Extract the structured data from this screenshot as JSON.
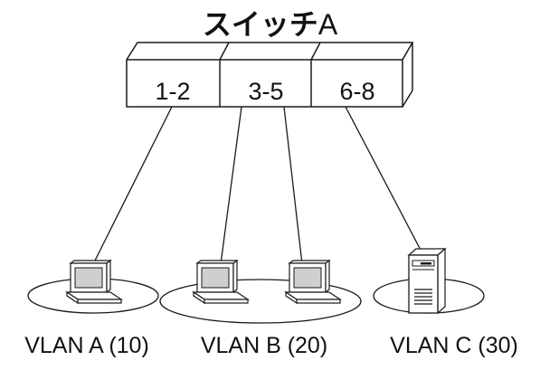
{
  "switch": {
    "title_jp": "スイッチ",
    "title_suffix": "A",
    "ports": [
      {
        "label": "1-2"
      },
      {
        "label": "3-5"
      },
      {
        "label": "6-8"
      }
    ]
  },
  "vlans": [
    {
      "label": "VLAN A (10)",
      "device": "computer-icon"
    },
    {
      "label": "VLAN B (20)",
      "device": "computer-icon"
    },
    {
      "label": "VLAN C (30)",
      "device": "server-icon"
    }
  ],
  "colors": {
    "line": "#1a1a1a",
    "screen": "#cfcfcf",
    "background": "#ffffff"
  }
}
